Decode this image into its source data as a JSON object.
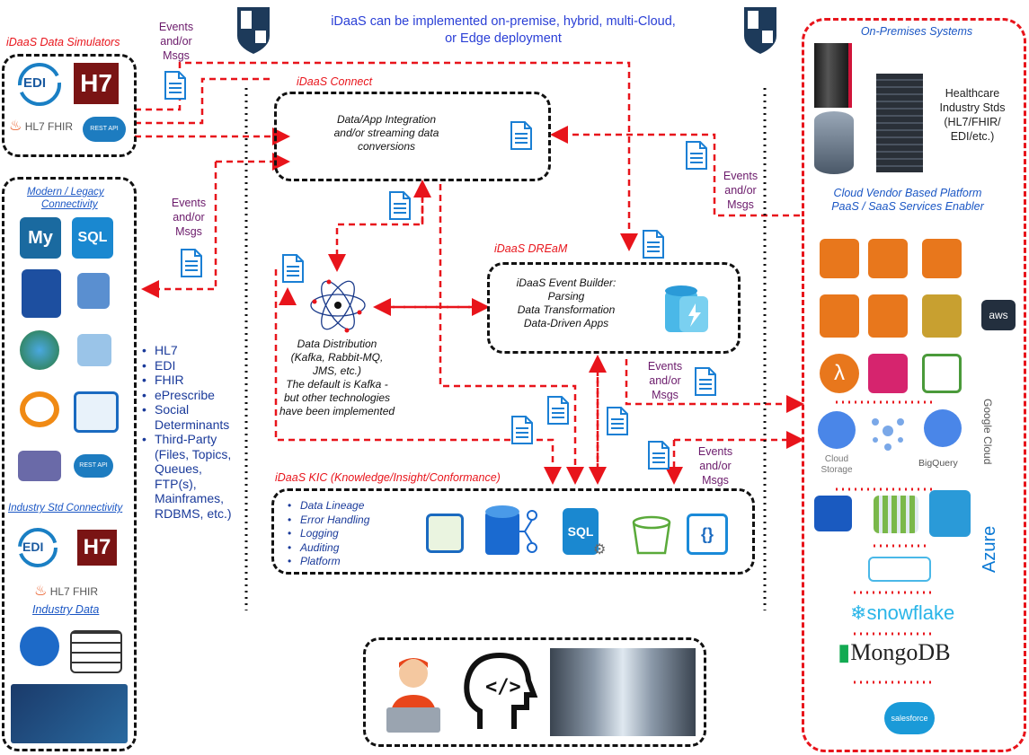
{
  "header": {
    "line1": "iDaaS can be implemented on-premise, hybrid, multi-Cloud,",
    "line2": "or Edge deployment"
  },
  "events_label": {
    "line1": "Events",
    "line2": "and/or",
    "line3": "Msgs"
  },
  "simulators": {
    "title": "iDaaS Data Simulators",
    "edi": "EDI",
    "hl7": "H7",
    "hl7fhir": "HL7 FHIR",
    "rest": "REST API"
  },
  "modern": {
    "title_line1": "Modern / Legacy",
    "title_line2": "Connectivity",
    "mysql": "My",
    "sql": "SQL",
    "industry_std": "Industry Std Connectivity",
    "industry_data": "Industry Data",
    "edi": "EDI",
    "hl7": "H7",
    "hl7fhir": "HL7 FHIR",
    "rest": "REST API"
  },
  "data_list": [
    "HL7",
    "EDI",
    "FHIR",
    "ePrescribe",
    "Social",
    "Determinants",
    "Third-Party",
    "(Files, Topics,",
    "Queues,",
    "FTP(s),",
    "Mainframes,",
    "RDBMS, etc.)"
  ],
  "connect": {
    "title": "iDaaS Connect",
    "line1": "Data/App Integration",
    "line2": "and/or streaming data",
    "line3": "conversions"
  },
  "dream": {
    "title": "iDaaS DREaM",
    "line1": "iDaaS Event Builder:",
    "line2": "Parsing",
    "line3": "Data Transformation",
    "line4": "Data-Driven Apps"
  },
  "distribution": {
    "line1": "Data Distribution",
    "line2": "(Kafka, Rabbit-MQ,",
    "line3": "JMS, etc.)",
    "line4": "The default is Kafka -",
    "line5": "but other technologies",
    "line6": "have been implemented"
  },
  "kic": {
    "title": "iDaaS KIC (Knowledge/Insight/Conformance)",
    "items": [
      "Data Lineage",
      "Error Handling",
      "Logging",
      "Auditing",
      "Platform"
    ],
    "sql": "SQL"
  },
  "onprem": {
    "title": "On-Premises Systems",
    "std_line1": "Healthcare",
    "std_line2": "Industry Stds",
    "std_line3": "(HL7/FHIR/",
    "std_line4": "EDI/etc.)"
  },
  "cloud": {
    "title_line1": "Cloud Vendor Based Platform",
    "title_line2": "PaaS / SaaS Services Enabler",
    "aws": "aws",
    "cloud_storage_1": "Cloud",
    "cloud_storage_2": "Storage",
    "bigquery": "BigQuery",
    "google_cloud": "Google Cloud",
    "azure": "Azure",
    "snowflake": "snowflake",
    "mongodb": "MongoDB",
    "salesforce": "salesforce"
  },
  "colors": {
    "red": "#e8141b",
    "blue": "#1a56c4",
    "purple": "#6b1a6b",
    "aws_orange": "#e8771c",
    "azure_blue": "#0a78d4"
  }
}
